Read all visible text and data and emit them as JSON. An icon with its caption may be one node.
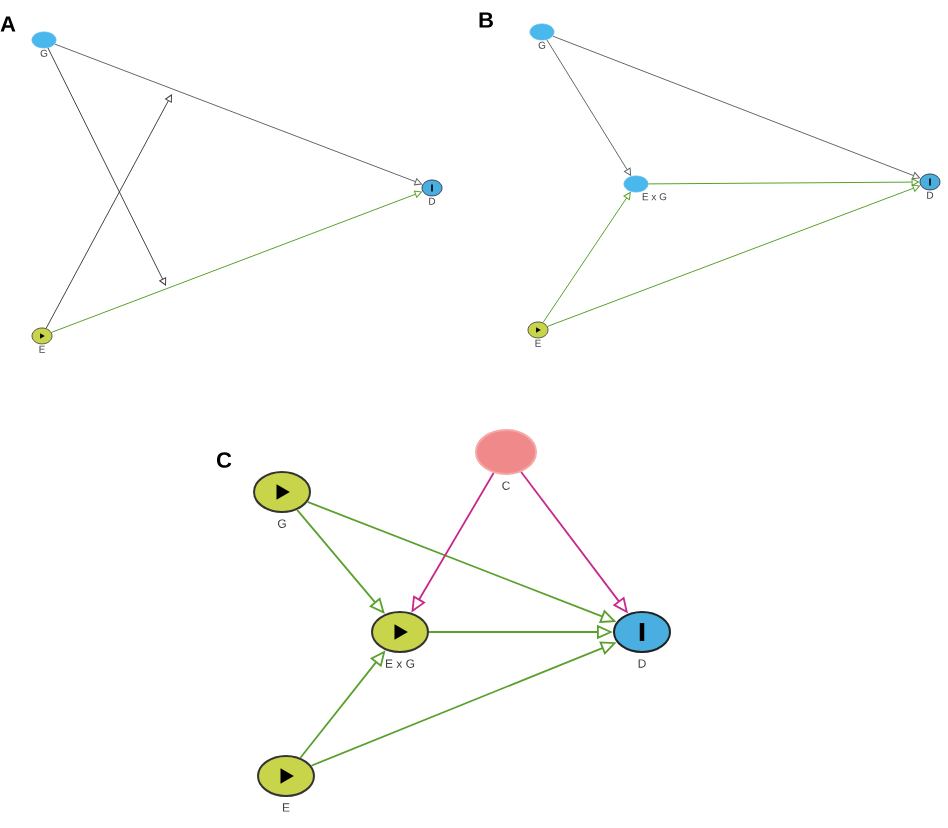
{
  "diagram": {
    "nodes": [
      {
        "text": [
          "G"
        ]
      },
      {
        "text": [
          "D"
        ]
      },
      {
        "text": [
          "E"
        ]
      },
      {
        "text": [
          "G"
        ]
      },
      {
        "text": [
          "E x G"
        ]
      },
      {
        "text": [
          "D"
        ]
      },
      {
        "text": [
          "E"
        ]
      },
      {
        "text": [
          "C"
        ]
      },
      {
        "text": [
          "G"
        ]
      },
      {
        "text": [
          "E x G"
        ]
      },
      {
        "text": [
          "D"
        ]
      },
      {
        "text": [
          "E"
        ]
      }
    ],
    "edges": [
      {
        "from": 0,
        "to": 1,
        "arrow": "to",
        "color": "#666666"
      },
      {
        "from": 2,
        "to": 1,
        "arrow": "to"
      },
      {
        "from": 0,
        "to": null,
        "arrow": "to",
        "color": "#444444"
      },
      {
        "from": 2,
        "to": null,
        "arrow": "to",
        "color": "#444444"
      },
      {
        "from": 3,
        "to": 5,
        "arrow": "to",
        "color": "#666666"
      },
      {
        "from": 3,
        "to": 4,
        "arrow": "to",
        "color": "#666666"
      },
      {
        "from": 4,
        "to": 5,
        "arrow": "to"
      },
      {
        "from": 6,
        "to": 4,
        "arrow": "to"
      },
      {
        "from": 6,
        "to": 5,
        "arrow": "to"
      },
      {
        "from": 8,
        "to": 9,
        "arrow": "to"
      },
      {
        "from": 8,
        "to": 10,
        "arrow": "to"
      },
      {
        "from": 7,
        "to": 9,
        "arrow": "to",
        "color": "#c8288c"
      },
      {
        "from": 7,
        "to": 10,
        "arrow": "to",
        "color": "#c8288c"
      },
      {
        "from": 9,
        "to": 10,
        "arrow": "to"
      },
      {
        "from": 11,
        "to": 9,
        "arrow": "to"
      },
      {
        "from": 11,
        "to": 10,
        "arrow": "to"
      }
    ],
    "labels": [
      "A",
      "B",
      "C"
    ]
  }
}
